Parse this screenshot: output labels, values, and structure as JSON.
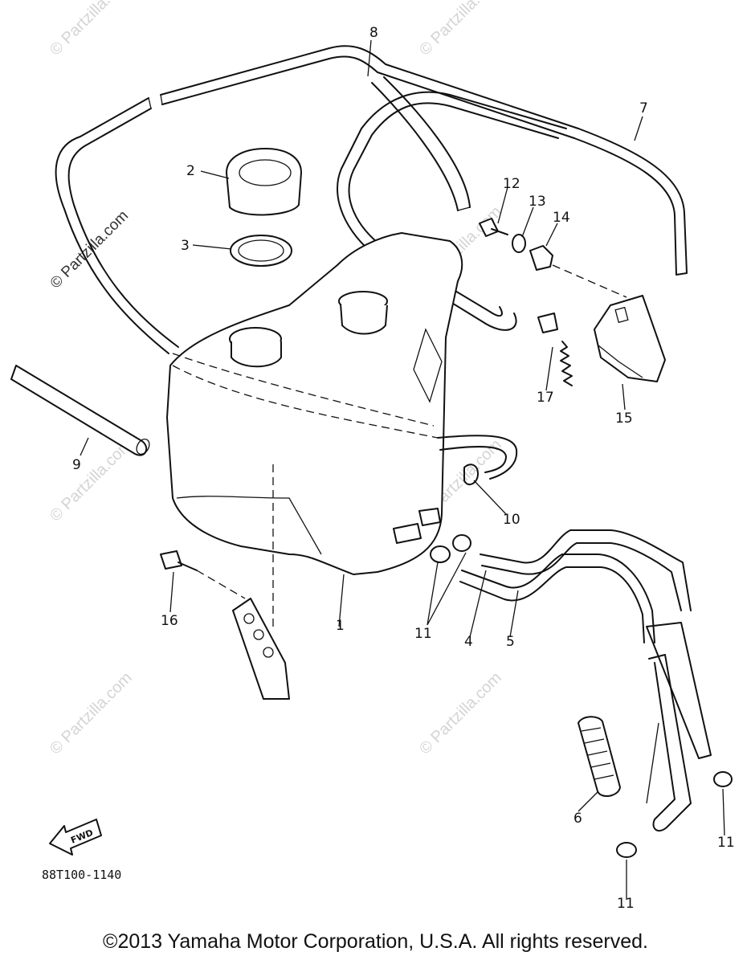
{
  "watermarks": [
    "© Partzilla.com",
    "© Partzilla.com",
    "© Partzilla.com",
    "© Partzilla.com",
    "© Partzilla.com",
    "© Partzilla.com",
    "© Partzilla.com",
    "© Partzilla.com"
  ],
  "callouts": {
    "c1": "1",
    "c2": "2",
    "c3": "3",
    "c4": "4",
    "c5": "5",
    "c6": "6",
    "c7": "7",
    "c8": "8",
    "c9": "9",
    "c10": "10",
    "c11a": "11",
    "c11b": "11",
    "c11c": "11",
    "c12": "12",
    "c13": "13",
    "c14": "14",
    "c15": "15",
    "c16": "16",
    "c17": "17"
  },
  "fwd_label": "FWD",
  "diagram_code": "88T100-1140",
  "copyright": "©2013  Yamaha Motor Corporation, U.S.A. All rights reserved."
}
